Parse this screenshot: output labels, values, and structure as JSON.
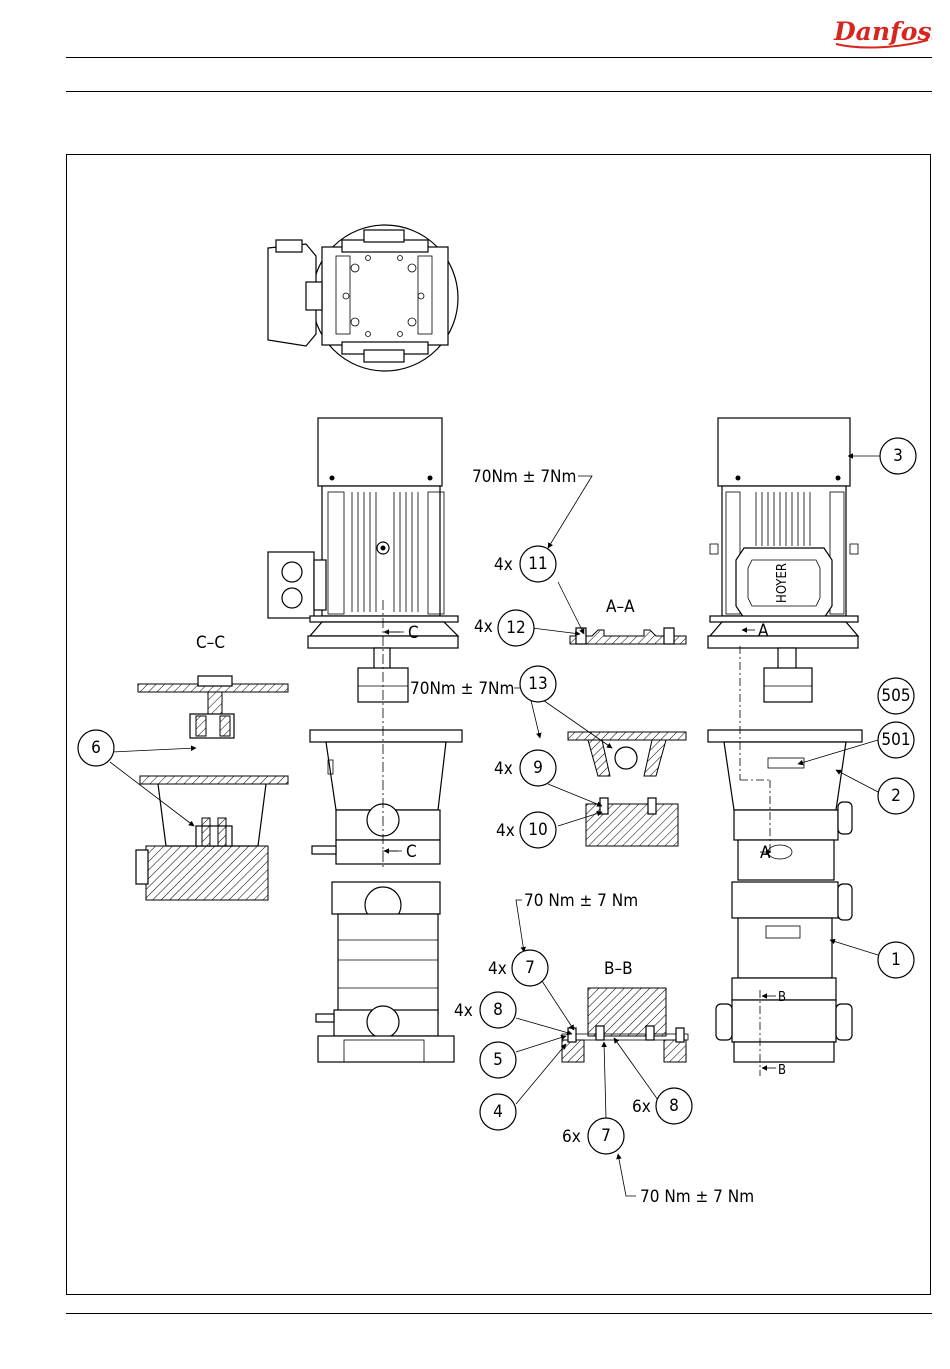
{
  "brand": {
    "logo_text": "Danfoss",
    "color": "#d7261e"
  },
  "sections": {
    "aa": "A–A",
    "bb": "B–B",
    "cc": "C–C"
  },
  "torques": {
    "t1": "70Nm ± 7Nm",
    "t2": "70Nm ± 7Nm",
    "t3": "70 Nm ± 7 Nm",
    "t4": "70 Nm ± 7 Nm"
  },
  "cut_markers": {
    "a": "A",
    "b": "B",
    "c": "C"
  },
  "motor_label": "HOYER",
  "callouts": [
    {
      "num": "3"
    },
    {
      "num": "11",
      "qty": "4x"
    },
    {
      "num": "12",
      "qty": "4x"
    },
    {
      "num": "13"
    },
    {
      "num": "9",
      "qty": "4x"
    },
    {
      "num": "10",
      "qty": "4x"
    },
    {
      "num": "6"
    },
    {
      "num": "505"
    },
    {
      "num": "501"
    },
    {
      "num": "2"
    },
    {
      "num": "1"
    },
    {
      "num": "7",
      "qty": "4x"
    },
    {
      "num": "8",
      "qty": "4x"
    },
    {
      "num": "5"
    },
    {
      "num": "4"
    },
    {
      "num": "8",
      "qty": "6x"
    },
    {
      "num": "7",
      "qty": "6x"
    }
  ]
}
